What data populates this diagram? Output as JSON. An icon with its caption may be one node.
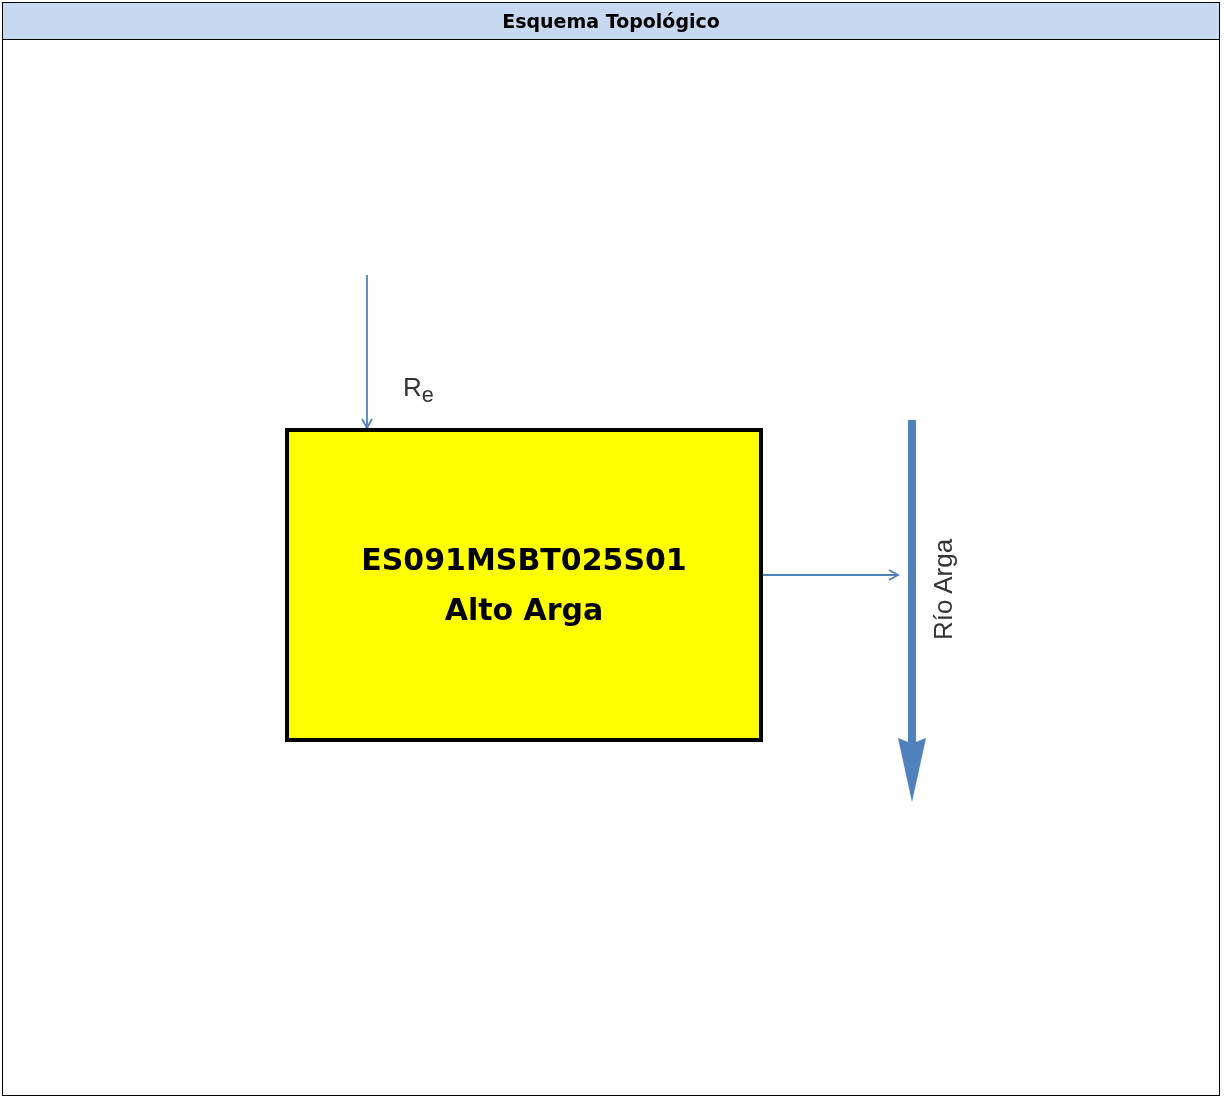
{
  "diagram": {
    "title": "Esquema Topológico",
    "nodes": [
      {
        "text": [
          "ES091MSBT025S01",
          "Alto Arga"
        ]
      },
      {
        "text": [],
        "shape": "arrow",
        "beside": [
          "Río Arga"
        ]
      }
    ],
    "edges": [
      {
        "from": null,
        "to": 0,
        "arrow": "to",
        "label": "R$_{e}$"
      },
      {
        "from": 0,
        "to": 1,
        "arrow": "to"
      }
    ]
  }
}
